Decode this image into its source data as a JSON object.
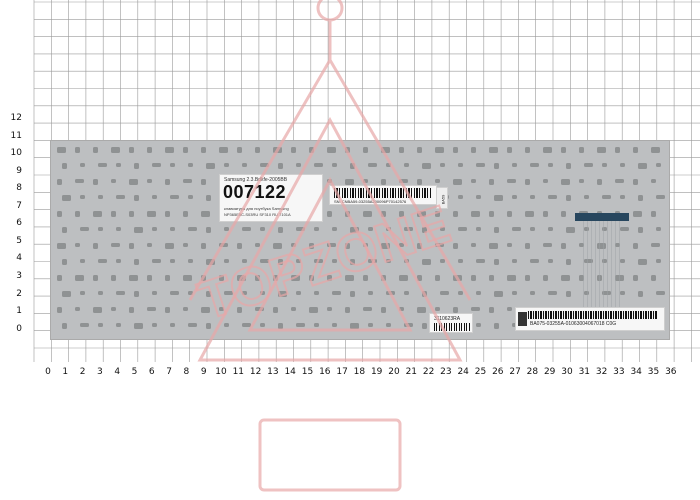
{
  "ruler": {
    "y_ticks": [
      "12",
      "11",
      "10",
      "9",
      "8",
      "7",
      "6",
      "5",
      "4",
      "3",
      "2",
      "1",
      "0"
    ],
    "x_ticks": [
      "0",
      "1",
      "2",
      "3",
      "4",
      "5",
      "6",
      "7",
      "8",
      "9",
      "10",
      "11",
      "12",
      "13",
      "14",
      "15",
      "16",
      "17",
      "18",
      "19",
      "20",
      "21",
      "22",
      "23",
      "24",
      "25",
      "26",
      "27",
      "28",
      "29",
      "30",
      "31",
      "32",
      "33",
      "34",
      "35",
      "36"
    ]
  },
  "labels": {
    "main": {
      "line1": "Samsung 2.3.Bdkfe-2005BB",
      "number": "007122",
      "line3": "клавиатура для ноутбука Samsung",
      "line4": "NP365E5C-S03RU SF310 RU 7101A"
    },
    "barcode": {
      "text": "SN: CNBA59-03255A200096P70142576"
    },
    "side": {
      "text": "BA59"
    },
    "small": {
      "text": "3110623RA"
    },
    "long": {
      "text": "BA075-03255A-01063004067018 C0G"
    }
  },
  "watermark": {
    "text": "TOPZONE"
  },
  "colors": {
    "board": "#bdbfc1",
    "connector": "#27465e",
    "grid": "#9a9a9a",
    "watermark": "#e8a8a8"
  }
}
